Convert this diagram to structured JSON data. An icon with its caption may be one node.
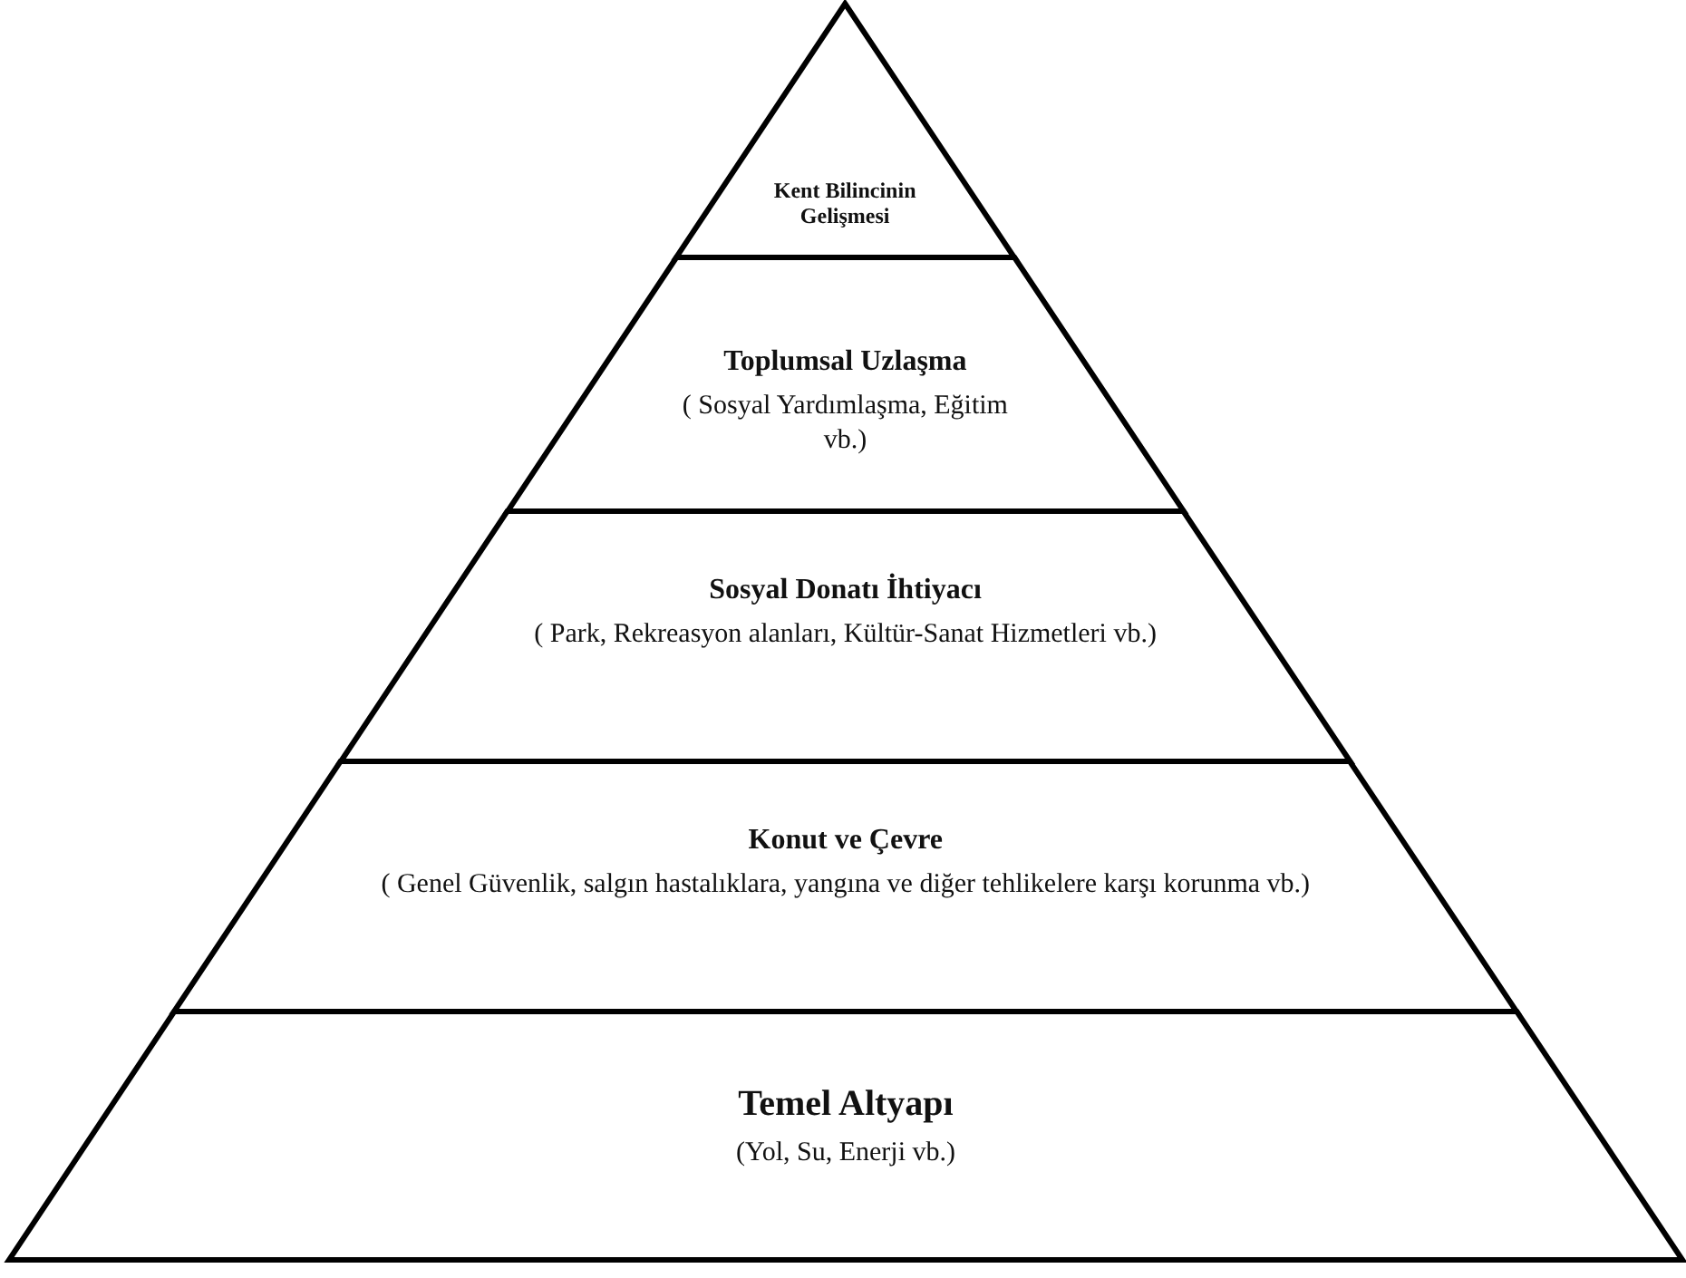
{
  "diagram": {
    "nodes": [
      {
        "text": [
          "Kent Bilincinin Gelişmesi"
        ]
      },
      {
        "text": [
          "Toplumsal Uzlaşma",
          "( Sosyal Yardımlaşma, Eğitim vb.)"
        ]
      },
      {
        "text": [
          "Sosyal Donatı İhtiyacı",
          "( Park, Rekreasyon alanları, Kültür-Sanat Hizmetleri vb.)"
        ]
      },
      {
        "text": [
          "Konut ve Çevre",
          "( Genel Güvenlik, salgın hastalıklara, yangına ve diğer tehlikelere karşı korunma vb.)"
        ]
      },
      {
        "text": [
          "Temel Altyapı",
          "(Yol, Su, Enerji vb.)"
        ]
      }
    ]
  }
}
